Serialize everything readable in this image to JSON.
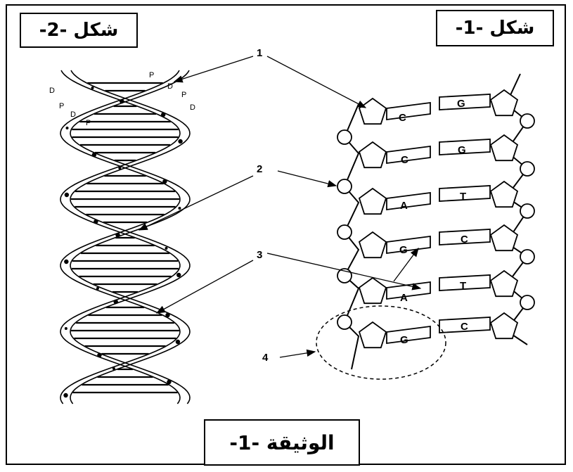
{
  "titles": {
    "figure1": "شكل -1-",
    "figure2": "شكل -2-",
    "document": "الوثيقة -1-"
  },
  "labels": {
    "l1": "1",
    "l2": "2",
    "l3": "3",
    "l4": "4"
  },
  "bases": {
    "r1": {
      "left": "C",
      "right": "G"
    },
    "r2": {
      "left": "C",
      "right": "G"
    },
    "r3": {
      "left": "A",
      "right": "T"
    },
    "r4": {
      "left": "G",
      "right": "C"
    },
    "r5": {
      "left": "A",
      "right": "T"
    },
    "r6": {
      "left": "G",
      "right": "C"
    }
  },
  "helix_marks": {
    "p": "P",
    "d": "D"
  }
}
